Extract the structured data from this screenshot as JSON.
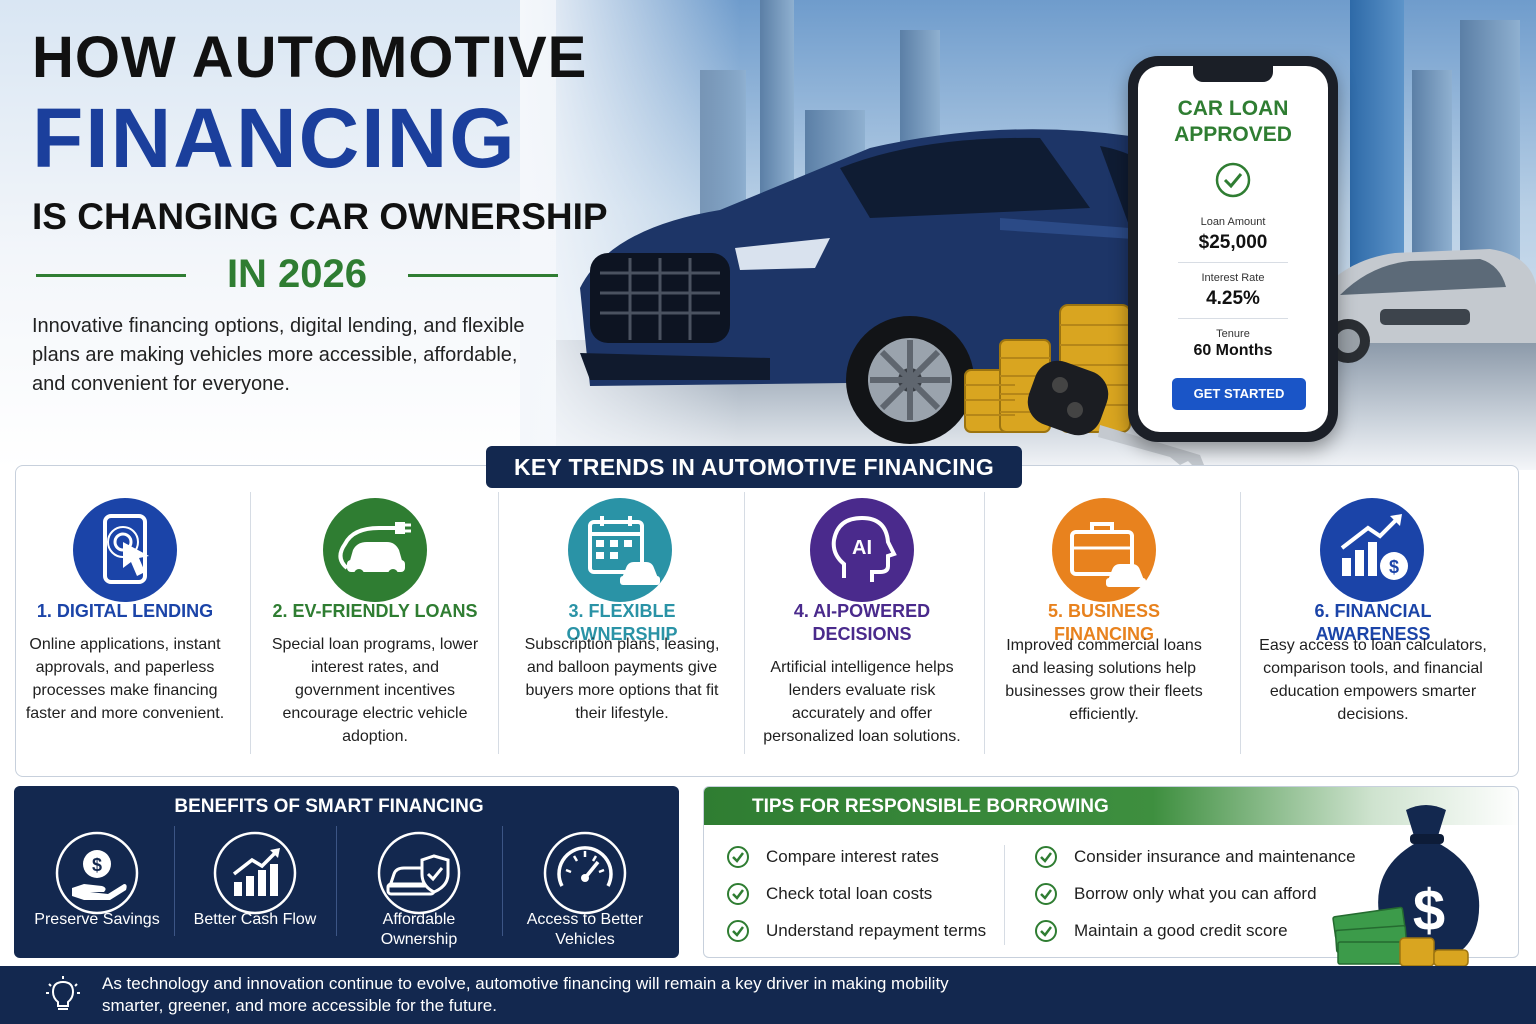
{
  "hero": {
    "title_line1": "HOW AUTOMOTIVE",
    "title_line2": "FINANCING",
    "title_line3": "IS CHANGING CAR OWNERSHIP",
    "year": "IN 2026",
    "intro": "Innovative financing options, digital lending, and flexible plans are making vehicles more accessible, affordable, and convenient for everyone."
  },
  "phone": {
    "title": "CAR LOAN APPROVED",
    "loan_amount_label": "Loan Amount",
    "loan_amount_value": "$25,000",
    "interest_rate_label": "Interest Rate",
    "interest_rate_value": "4.25%",
    "tenure_label": "Tenure",
    "tenure_value": "60 Months",
    "cta": "GET STARTED"
  },
  "trends": {
    "title": "KEY TRENDS IN AUTOMOTIVE FINANCING",
    "items": [
      {
        "title": "1. DIGITAL LENDING",
        "text": "Online applications, instant approvals, and paperless processes make financing faster and more convenient.",
        "icon": "touch-phone-icon",
        "color": "#1b44a8"
      },
      {
        "title": "2. EV-FRIENDLY LOANS",
        "text": "Special loan programs, lower interest rates, and government incentives encourage electric vehicle adoption.",
        "icon": "ev-car-plug-icon",
        "color": "#2f7d32"
      },
      {
        "title": "3. FLEXIBLE OWNERSHIP",
        "text": "Subscription plans, leasing, and balloon payments give buyers more options that fit their lifestyle.",
        "icon": "calendar-car-icon",
        "color": "#2a93a6"
      },
      {
        "title": "4. AI-POWERED DECISIONS",
        "text": "Artificial intelligence helps lenders evaluate risk accurately and offer personalized loan solutions.",
        "icon": "ai-head-icon",
        "color": "#4a2a8c"
      },
      {
        "title": "5. BUSINESS FINANCING",
        "text": "Improved commercial loans and leasing solutions help businesses grow their fleets efficiently.",
        "icon": "briefcase-car-icon",
        "color": "#e8821e"
      },
      {
        "title": "6. FINANCIAL AWARENESS",
        "text": "Easy access to loan calculators, comparison tools, and financial education empowers smarter decisions.",
        "icon": "growth-chart-dollar-icon",
        "color": "#1b44a8"
      }
    ]
  },
  "benefits": {
    "title": "BENEFITS OF SMART FINANCING",
    "items": [
      {
        "label": "Preserve Savings",
        "icon": "hand-dollar-icon"
      },
      {
        "label": "Better Cash Flow",
        "icon": "bar-growth-icon"
      },
      {
        "label": "Affordable Ownership",
        "icon": "car-shield-icon"
      },
      {
        "label": "Access to Better Vehicles",
        "icon": "speedometer-icon"
      }
    ]
  },
  "tips": {
    "title": "TIPS FOR RESPONSIBLE BORROWING",
    "left": [
      "Compare interest rates",
      "Check total loan costs",
      "Understand repayment terms"
    ],
    "right": [
      "Consider insurance and maintenance",
      "Borrow only what you can afford",
      "Maintain a good credit score"
    ]
  },
  "footer": {
    "text": "As technology and innovation continue to evolve, automotive financing will remain a key driver in making mobility smarter, greener, and more accessible for the future."
  },
  "colors": {
    "navy": "#13284f",
    "blue": "#1b44a8",
    "green": "#2f7d32",
    "teal": "#2a93a6",
    "purple": "#4a2a8c",
    "orange": "#e8821e"
  }
}
